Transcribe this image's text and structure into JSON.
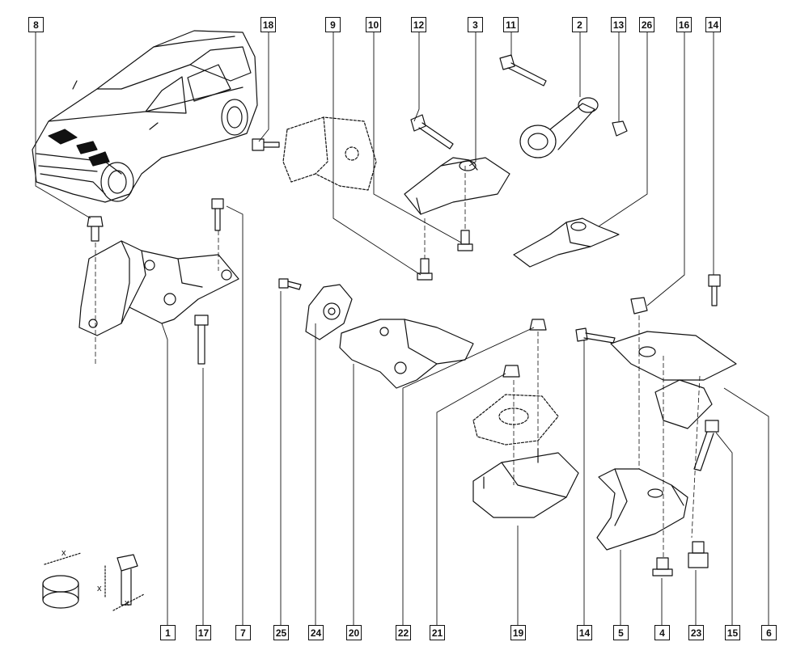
{
  "callouts_top": [
    "8",
    "18",
    "9",
    "10",
    "12",
    "3",
    "11",
    "2",
    "13",
    "26",
    "16",
    "14"
  ],
  "callouts_bottom": [
    "1",
    "17",
    "7",
    "25",
    "24",
    "20",
    "22",
    "21",
    "19",
    "14",
    "5",
    "4",
    "23",
    "15",
    "6"
  ],
  "dimension_labels": [
    "x",
    "x",
    "x"
  ],
  "colors": {
    "line": "#111111",
    "background": "#ffffff"
  }
}
